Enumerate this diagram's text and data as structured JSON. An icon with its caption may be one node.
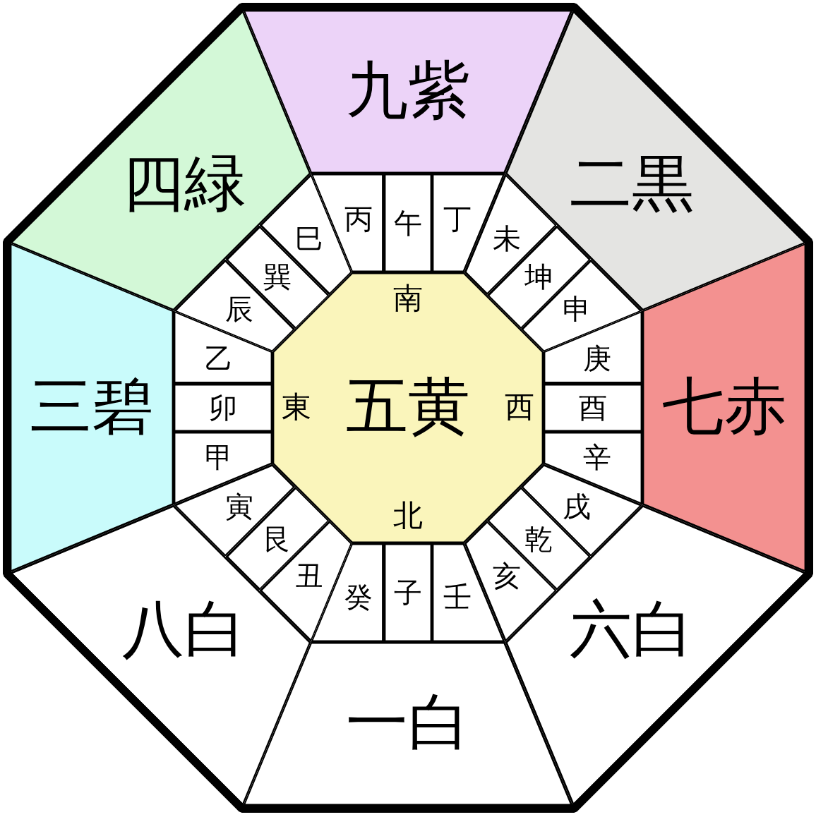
{
  "diagram": {
    "nodes": [
      {
        "text": [
          "九紫"
        ]
      },
      {
        "text": [
          "二黒"
        ]
      },
      {
        "text": [
          "七赤"
        ]
      },
      {
        "text": [
          "六白"
        ]
      },
      {
        "text": [
          "一白"
        ]
      },
      {
        "text": [
          "八白"
        ]
      },
      {
        "text": [
          "三碧"
        ]
      },
      {
        "text": [
          "四緑"
        ]
      },
      {
        "text": [
          "南",
          "東",
          "五黄",
          "西",
          "北"
        ]
      },
      {
        "text": [
          "丙"
        ]
      },
      {
        "text": [
          "午"
        ]
      },
      {
        "text": [
          "丁"
        ]
      },
      {
        "text": [
          "未"
        ]
      },
      {
        "text": [
          "坤"
        ]
      },
      {
        "text": [
          "申"
        ]
      },
      {
        "text": [
          "庚"
        ]
      },
      {
        "text": [
          "酉"
        ]
      },
      {
        "text": [
          "辛"
        ]
      },
      {
        "text": [
          "戌"
        ]
      },
      {
        "text": [
          "乾"
        ]
      },
      {
        "text": [
          "亥"
        ]
      },
      {
        "text": [
          "壬"
        ]
      },
      {
        "text": [
          "子"
        ]
      },
      {
        "text": [
          "癸"
        ]
      },
      {
        "text": [
          "丑"
        ]
      },
      {
        "text": [
          "艮"
        ]
      },
      {
        "text": [
          "寅"
        ]
      },
      {
        "text": [
          "甲"
        ]
      },
      {
        "text": [
          "卯"
        ]
      },
      {
        "text": [
          "乙"
        ]
      },
      {
        "text": [
          "辰"
        ]
      },
      {
        "text": [
          "巽"
        ]
      },
      {
        "text": [
          "巳"
        ]
      }
    ]
  }
}
